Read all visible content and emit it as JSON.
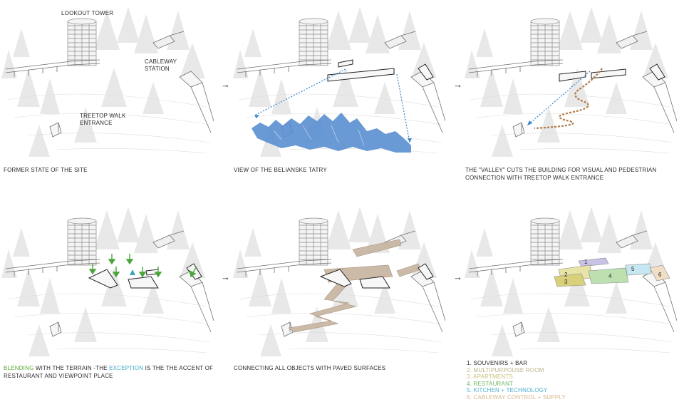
{
  "labels": {
    "lookout_tower": "LOOKOUT TOWER",
    "cableway_station_1": "CABLEWAY",
    "cableway_station_2": "STATION",
    "treetop_1": "TREETOP WALK",
    "treetop_2": "ENTRANCE"
  },
  "captions": {
    "p1": "FORMER STATE OF THE SITE",
    "p2": "VIEW OF THE BELIANSKE TATRY",
    "p3_line1": "THE \"VALLEY\" CUTS THE BUILDING FOR VISUAL AND PEDESTRIAN",
    "p3_line2": "CONNECTION WITH TREETOP WALK ENTRANCE",
    "p4_w1": "BLENDING",
    "p4_w2": " WITH THE TERRAIN -THE ",
    "p4_w3": "EXCEPTION",
    "p4_w4": " IS THE THE ACCENT OF",
    "p4_line2": "RESTAURANT AND VIEWPOINT PLACE",
    "p5": "CONNECTING ALL OBJECTS WITH PAVED SURFACES"
  },
  "arrows": {
    "a1": "→",
    "a2": "→",
    "a3": "→",
    "a4": "→"
  },
  "legend": [
    {
      "text": "1. SOUVENIRS + BAR",
      "color": "#2a2a2a"
    },
    {
      "text": "2. MULTIPURPOUSE ROOM",
      "color": "#b9b48a"
    },
    {
      "text": "3. APARTMENTS",
      "color": "#c9c27a"
    },
    {
      "text": "4. RESTAURANT",
      "color": "#6fb562"
    },
    {
      "text": "5. KITCHEN + TECHNOLOGY",
      "color": "#4fb0cf"
    },
    {
      "text": "6. CABLEWAY CONTROL + SUPPLY",
      "color": "#d8b58a"
    }
  ],
  "zone_numbers": [
    "1",
    "2",
    "3",
    "4",
    "5",
    "6"
  ],
  "colors": {
    "tree": "#e6e6e6",
    "valley": "#b07a44",
    "view_line": "#3a86c8",
    "mountain": "#5a8fd0",
    "green_arrow": "#4aa53a",
    "paved": "#c9b7a4"
  }
}
